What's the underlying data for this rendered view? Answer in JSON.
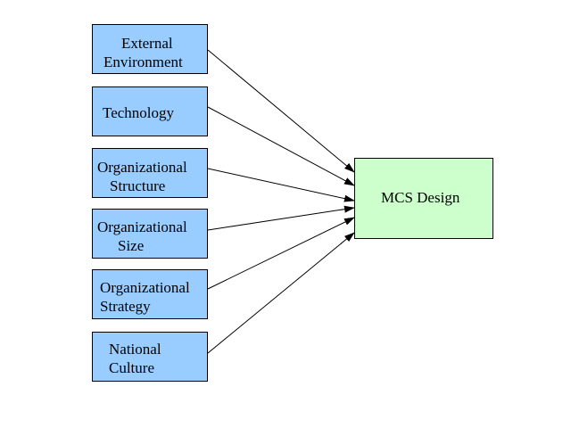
{
  "colors": {
    "factor_fill": "#99ccff",
    "target_fill": "#ccffcc",
    "border": "#000000",
    "arrow": "#000000"
  },
  "factors": [
    {
      "id": "external-environment",
      "lines": [
        "External",
        "Environment"
      ]
    },
    {
      "id": "technology",
      "lines": [
        "Technology"
      ]
    },
    {
      "id": "organizational-structure",
      "lines": [
        "Organizational",
        "Structure"
      ]
    },
    {
      "id": "organizational-size",
      "lines": [
        "Organizational",
        "Size"
      ]
    },
    {
      "id": "organizational-strategy",
      "lines": [
        "Organizational",
        "Strategy"
      ]
    },
    {
      "id": "national-culture",
      "lines": [
        "National",
        "Culture"
      ]
    }
  ],
  "target": {
    "label": "MCS Design"
  }
}
